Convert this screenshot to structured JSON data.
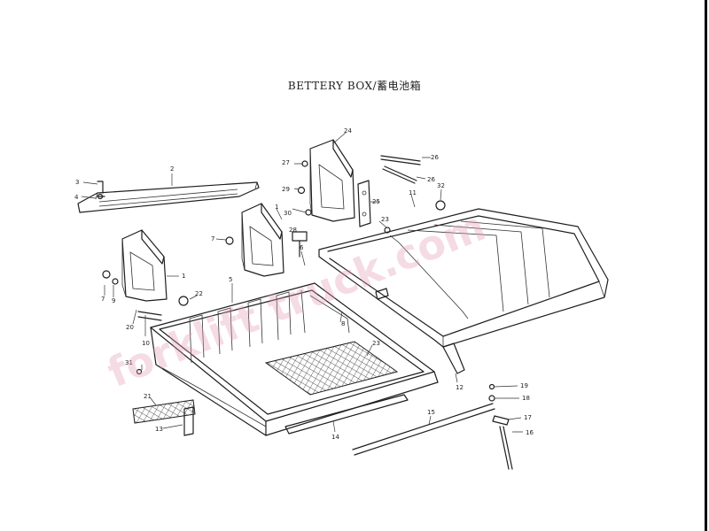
{
  "title": "BETTERY BOX/蓄电池箱",
  "watermark": "forklift truck.com",
  "colors": {
    "line": "#1e1e1e",
    "watermark_pink": "#e39bb3",
    "watermark_blue": "#9fc6e2",
    "mesh": "#8a8a8a"
  },
  "labels": [
    "1",
    "2",
    "3",
    "4",
    "5",
    "6",
    "7",
    "8",
    "9",
    "10",
    "11",
    "12",
    "13",
    "14",
    "15",
    "16",
    "17",
    "18",
    "19",
    "20",
    "21",
    "22",
    "23",
    "24",
    "25",
    "26",
    "27",
    "28",
    "29",
    "30",
    "31",
    "32"
  ]
}
